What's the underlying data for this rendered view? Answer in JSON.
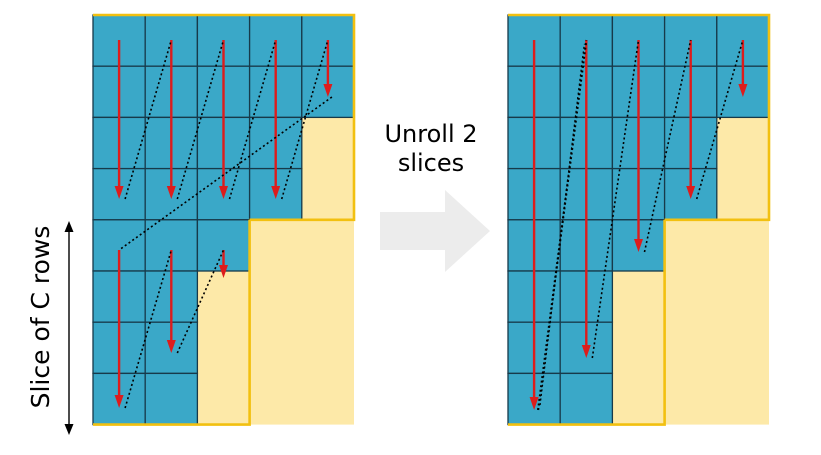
{
  "labels": {
    "unroll_line1": "Unroll 2",
    "unroll_line2": "slices",
    "slice_axis": "Slice of C rows"
  },
  "grid": {
    "columns": 5,
    "rows": 8,
    "column_heights": [
      8,
      8,
      5,
      4,
      2
    ]
  },
  "colors": {
    "cell_fill": "#3aa8c8",
    "cell_stroke": "#173a4a",
    "pad_fill": "#fde9a8",
    "pad_stroke": "#f2c010",
    "arrow": "#dd1c1c",
    "dotted": "#000000",
    "big_arrow": "#ececec"
  }
}
